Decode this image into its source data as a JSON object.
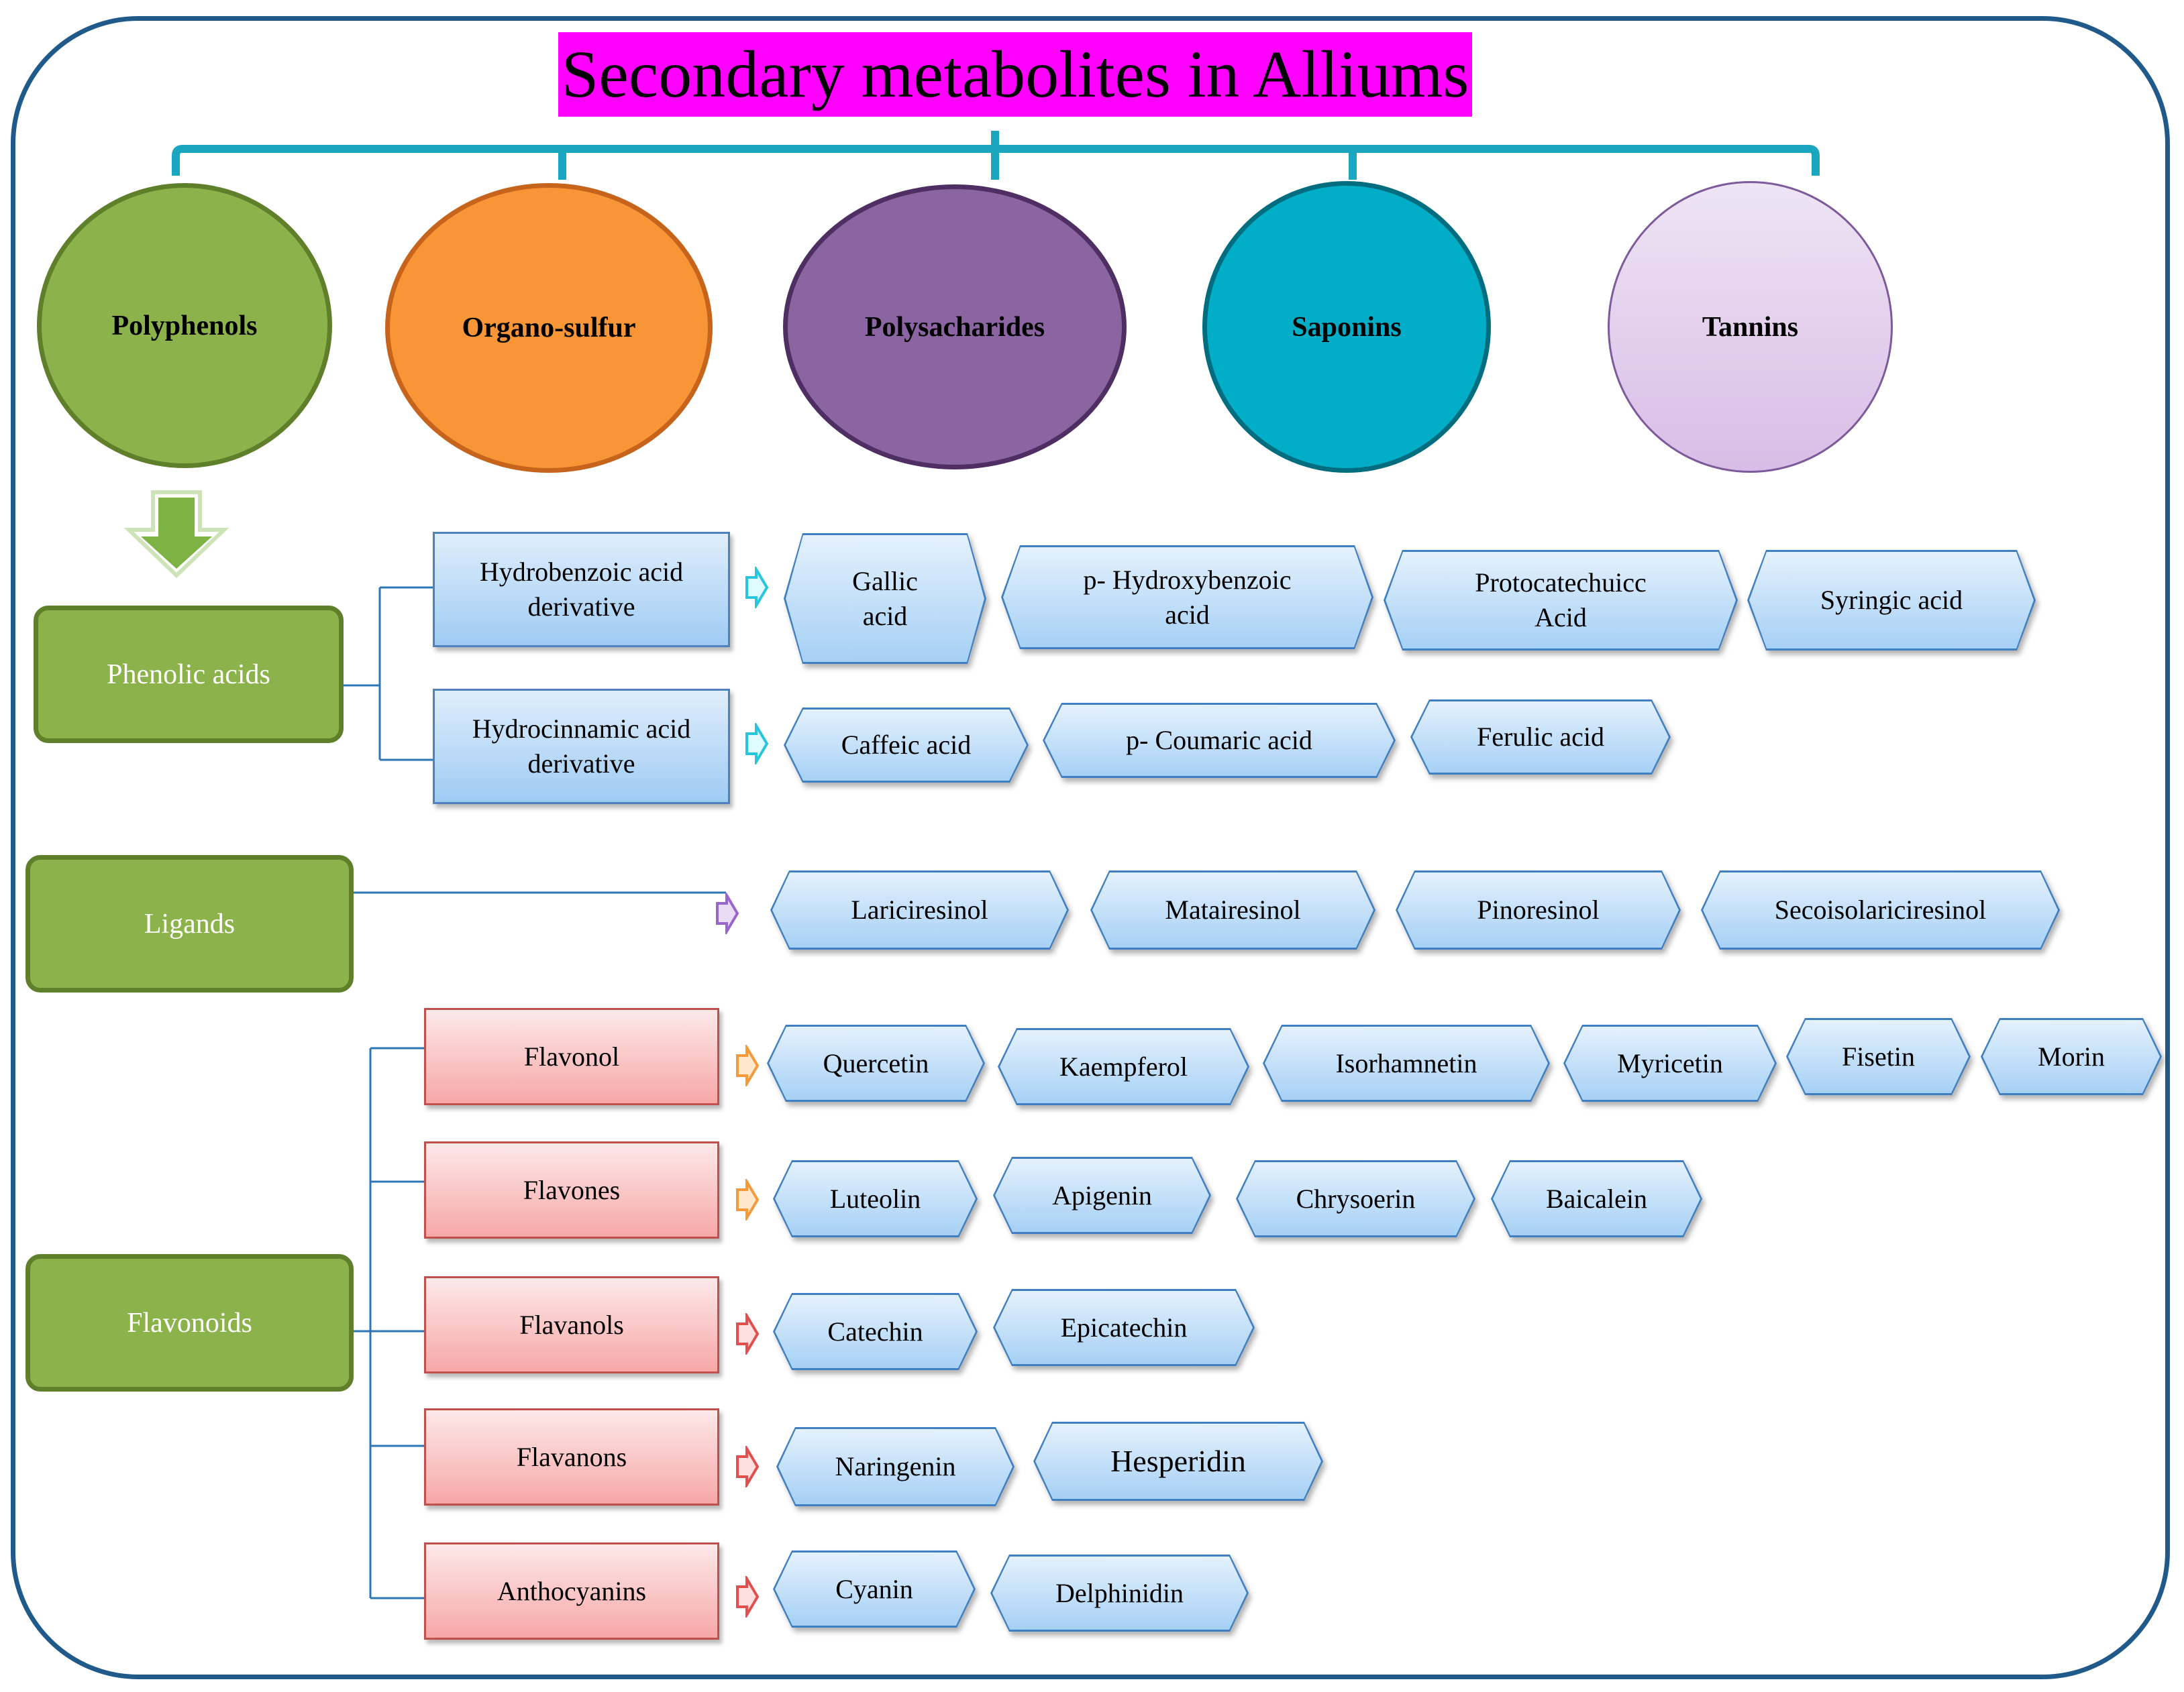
{
  "title": "Secondary metabolites in Alliums",
  "categories": [
    "Polyphenols",
    "Organo-sulfur",
    "Polysacharides",
    "Saponins",
    "Tannins"
  ],
  "polyphenol_groups": {
    "phenolic_acids": "Phenolic acids",
    "ligands": "Ligands",
    "flavonoids": "Flavonoids"
  },
  "phenolic_subgroups": [
    {
      "label": "Hydrobenzoic acid derivative",
      "items": [
        "Gallic acid",
        "p- Hydroxybenzoic acid",
        "Protocatechuicc Acid",
        "Syringic acid"
      ]
    },
    {
      "label": "Hydrocinnamic acid derivative",
      "items": [
        "Caffeic acid",
        "p- Coumaric acid",
        "Ferulic acid"
      ]
    }
  ],
  "ligand_items": [
    "Lariciresinol",
    "Matairesinol",
    "Pinoresinol",
    "Secoisolariciresinol"
  ],
  "flavonoid_subgroups": [
    {
      "label": "Flavonol",
      "items": [
        "Quercetin",
        "Kaempferol",
        "Isorhamnetin",
        "Myricetin",
        "Fisetin",
        "Morin"
      ]
    },
    {
      "label": "Flavones",
      "items": [
        "Luteolin",
        "Apigenin",
        "Chrysoerin",
        "Baicalein"
      ]
    },
    {
      "label": "Flavanols",
      "items": [
        "Catechin",
        "Epicatechin"
      ]
    },
    {
      "label": "Flavanons",
      "items": [
        "Naringenin",
        "Hesperidin"
      ]
    },
    {
      "label": "Anthocyanins",
      "items": [
        "Cyanin",
        "Delphinidin"
      ]
    }
  ],
  "colors": {
    "title_bg": "#ff00ff",
    "frame": "#1f5a8a",
    "connector_top": "#1aa6bf",
    "green": "#8cb24c",
    "blue_box": "#9fcbf3",
    "red_box": "#f7a7a7"
  }
}
